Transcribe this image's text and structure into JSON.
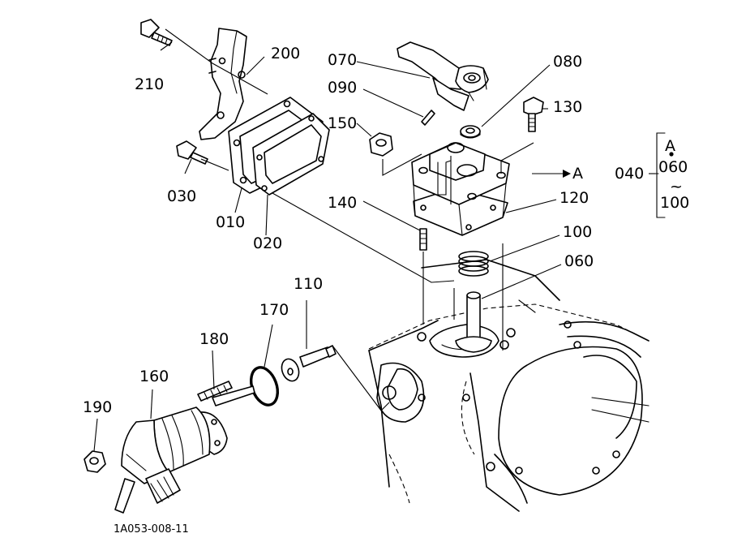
{
  "figure_code": "1A053-008-11",
  "labels": {
    "p210": "210",
    "p200": "200",
    "p030": "030",
    "p010": "010",
    "p020": "020",
    "p070": "070",
    "p080": "080",
    "p090": "090",
    "p130": "130",
    "p150": "150",
    "p120": "120",
    "p140": "140",
    "p100": "100",
    "p060": "060",
    "p110": "110",
    "p170": "170",
    "p180": "180",
    "p160": "160",
    "p190": "190",
    "p040": "040"
  },
  "callout": {
    "marker": "A",
    "set_ref": "A",
    "set_start": "060",
    "set_range_glyph": "~",
    "set_end": "100"
  }
}
